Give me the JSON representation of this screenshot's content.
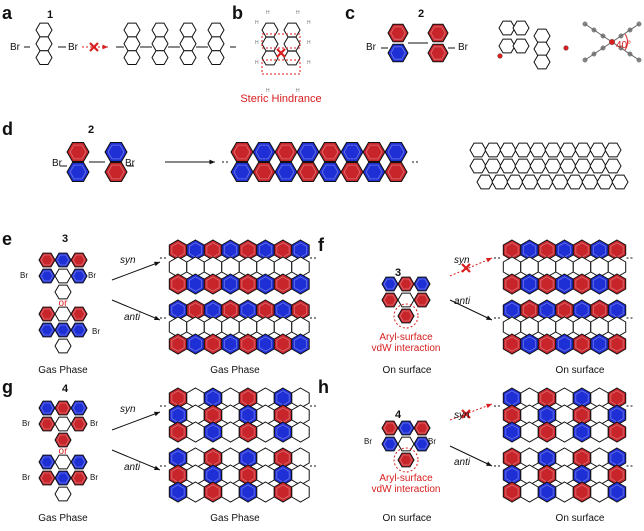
{
  "panels": {
    "a": "a",
    "b": "b",
    "c": "c",
    "d": "d",
    "e": "e",
    "f": "f",
    "g": "g",
    "h": "h"
  },
  "labels": {
    "compound_1": "1",
    "compound_2": "2",
    "compound_2_d": "2",
    "compound_3_e": "3",
    "compound_3_f": "3",
    "compound_4_g": "4",
    "compound_4_h": "4",
    "br": "Br",
    "steric_hindrance": "Steric Hindrance",
    "angle": "40°",
    "or": "or",
    "syn": "syn",
    "anti": "anti",
    "gas_phase": "Gas Phase",
    "on_surface": "On surface",
    "aryl_surface_line1": "Aryl-surface",
    "aryl_surface_line2": "vdW interaction",
    "blocked_mark": "✕"
  },
  "colors": {
    "red_ring": "#c8252b",
    "blue_ring": "#1f2fd6",
    "annotation_red": "#d81e1e",
    "bond": "#111111",
    "atom_grey": "#8a8a8a"
  }
}
